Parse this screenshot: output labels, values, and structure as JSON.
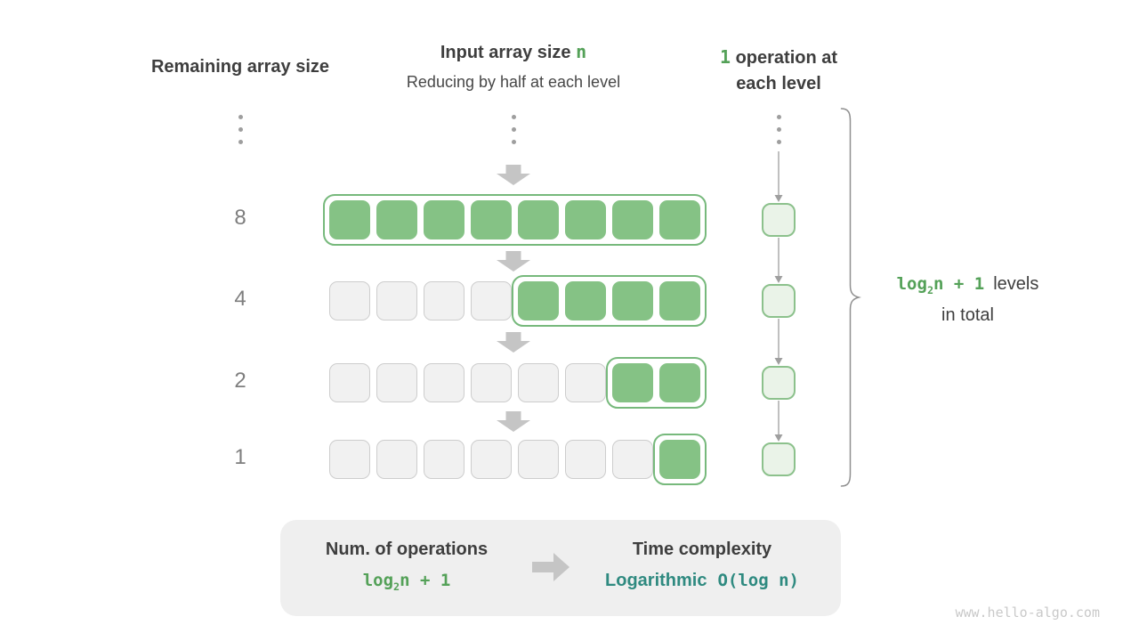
{
  "colors": {
    "cell_green": "#85c285",
    "container_border": "#77b97c",
    "gray_cell": "#f1f1f1",
    "gray_cell_border": "#cdcdcd",
    "opbox_fill": "#eaf3e8",
    "opbox_border": "#8cc18c",
    "green_text": "#54a158",
    "teal": "#2f8a80",
    "text_dark": "#3e3e3e",
    "text_gray": "#7e7e7e",
    "block_arrow": "#c5c5c5",
    "thin_line": "#9f9f9f",
    "brace": "#8f8f8f",
    "summary_bg": "#efefef",
    "watermark": "#c9c9c9"
  },
  "headers": {
    "remaining": "Remaining array size",
    "input_prefix": "Input array size ",
    "input_n": "n",
    "input_line2": "Reducing by half at each level",
    "ops_num": "1",
    "ops_line1": " operation at",
    "ops_line2": "each level"
  },
  "rows": [
    {
      "label": "8",
      "green": 8,
      "gray": 0
    },
    {
      "label": "4",
      "green": 4,
      "gray": 4
    },
    {
      "label": "2",
      "green": 2,
      "gray": 6
    },
    {
      "label": "1",
      "green": 1,
      "gray": 7
    }
  ],
  "brace": {
    "formula_base": "log",
    "formula_sub": "2",
    "formula_rest": "n + 1",
    "text_line1": "levels",
    "text_line2": "in total"
  },
  "summary": {
    "left_title": "Num. of operations",
    "formula_base": "log",
    "formula_sub": "2",
    "formula_rest": "n + 1",
    "right_title": "Time complexity",
    "right_name": "Logarithmic",
    "right_bigO": "O(log n)"
  },
  "watermark": "www.hello-algo.com"
}
